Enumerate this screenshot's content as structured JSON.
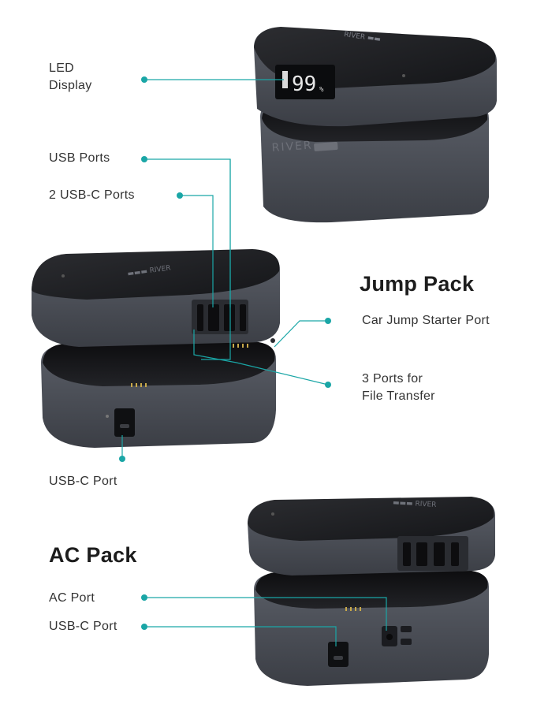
{
  "labels": {
    "led_display": [
      "LED",
      "Display"
    ],
    "usb_ports": "USB Ports",
    "usb_c_ports_2": "2 USB-C Ports",
    "car_jump_starter_port": "Car Jump Starter Port",
    "file_transfer_ports": [
      "3 Ports for",
      "File Transfer"
    ],
    "usb_c_port_bottom_jump": "USB-C Port",
    "ac_port": "AC Port",
    "usb_c_port_ac": "USB-C Port"
  },
  "headings": {
    "jump_pack": "Jump Pack",
    "ac_pack": "AC Pack"
  },
  "display_readout": {
    "value": "99",
    "unit": "%"
  },
  "colors": {
    "accent": "#1aa6a6",
    "device_body": "#4a4d55",
    "device_top": "#1f2024",
    "background": "#ffffff"
  },
  "icons": [
    "callout-dot",
    "led-display-panel",
    "usb-port",
    "usb-c-port",
    "ac-socket"
  ]
}
